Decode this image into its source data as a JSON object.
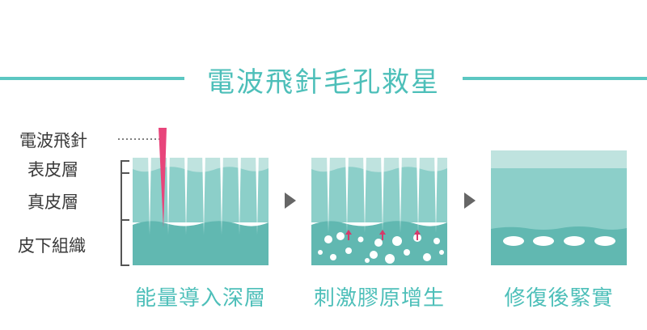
{
  "title": "電波飛針毛孔救星",
  "labels": {
    "needle": "電波飛針",
    "epidermis": "表皮層",
    "dermis": "真皮層",
    "subcutaneous": "皮下組織"
  },
  "steps": [
    {
      "caption": "能量導入深層"
    },
    {
      "caption": "刺激膠原增生"
    },
    {
      "caption": "修復後緊實"
    }
  ],
  "colors": {
    "title": "#4dbfb9",
    "line": "#5cc7c2",
    "epidermis": "#bfe3df",
    "dermis": "#8ccfc9",
    "subcutaneous": "#61b8b1",
    "needle": "#e8457b",
    "arrow": "#d63a6b",
    "label_text": "#3a3a3a",
    "bracket": "#555555"
  },
  "icons": [
    "right-triangle-arrow-icon",
    "up-arrow-icon"
  ]
}
